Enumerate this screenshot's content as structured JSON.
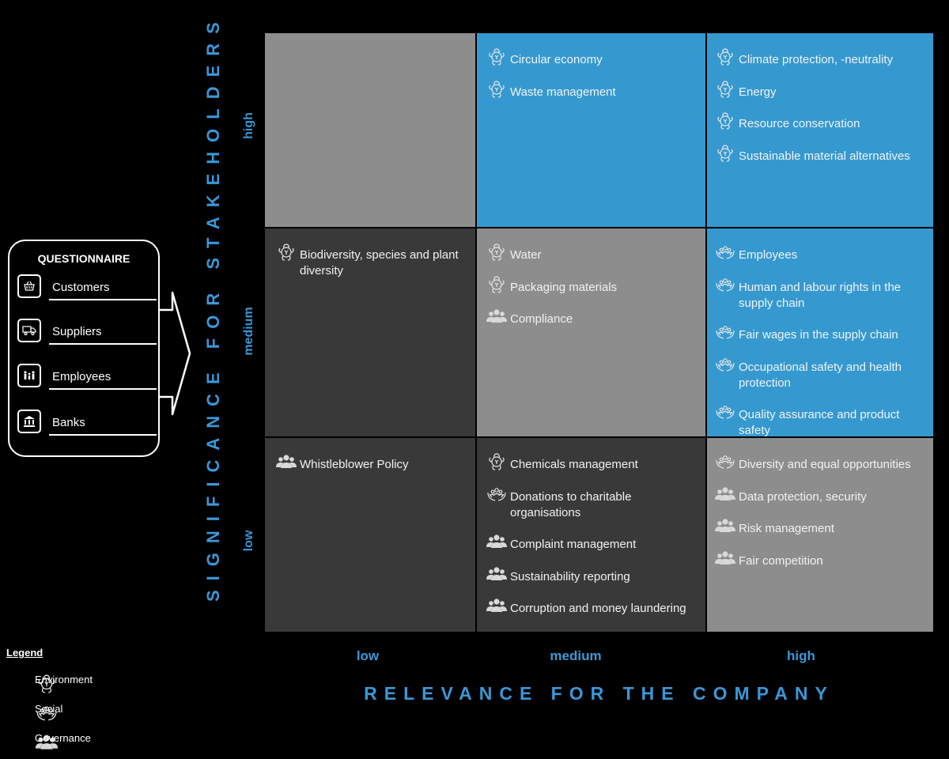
{
  "colors": {
    "blue": "#3599d0",
    "grey": "#8d8d8d",
    "dark": "#393939",
    "accent": "#3a98d8"
  },
  "y_axis": {
    "title": "SIGNIFICANCE FOR STAKEHOLDERS",
    "levels": [
      "high",
      "medium",
      "low"
    ]
  },
  "x_axis": {
    "title": "RELEVANCE FOR THE COMPANY",
    "levels": [
      "low",
      "medium",
      "high"
    ]
  },
  "matrix": [
    {
      "row": 0,
      "col": 0,
      "fill": "grey",
      "items": []
    },
    {
      "row": 0,
      "col": 1,
      "fill": "blue",
      "items": [
        {
          "icon": "environment-icon",
          "label": "Circular economy"
        },
        {
          "icon": "environment-icon",
          "label": "Waste management"
        }
      ]
    },
    {
      "row": 0,
      "col": 2,
      "fill": "blue",
      "items": [
        {
          "icon": "environment-icon",
          "label": "Climate protection, -neutrality"
        },
        {
          "icon": "environment-icon",
          "label": "Energy"
        },
        {
          "icon": "environment-icon",
          "label": "Resource conservation"
        },
        {
          "icon": "environment-icon",
          "label": "Sustainable material alternatives"
        }
      ]
    },
    {
      "row": 1,
      "col": 0,
      "fill": "dark",
      "items": [
        {
          "icon": "environment-icon",
          "label": "Biodiversity, species and plant\ndiversity"
        }
      ]
    },
    {
      "row": 1,
      "col": 1,
      "fill": "grey",
      "items": [
        {
          "icon": "environment-icon",
          "label": "Water"
        },
        {
          "icon": "environment-icon",
          "label": "Packaging materials"
        },
        {
          "icon": "governance-icon",
          "label": "Compliance"
        }
      ]
    },
    {
      "row": 1,
      "col": 2,
      "fill": "blue",
      "items": [
        {
          "icon": "social-icon",
          "label": "Employees"
        },
        {
          "icon": "social-icon",
          "label": "Human and labour rights in the\nsupply chain"
        },
        {
          "icon": "social-icon",
          "label": "Fair wages in the supply chain"
        },
        {
          "icon": "social-icon",
          "label": "Occupational safety and health\nprotection"
        },
        {
          "icon": "social-icon",
          "label": "Quality assurance and product\nsafety"
        }
      ]
    },
    {
      "row": 2,
      "col": 0,
      "fill": "dark",
      "items": [
        {
          "icon": "governance-icon",
          "label": "Whistleblower Policy"
        }
      ]
    },
    {
      "row": 2,
      "col": 1,
      "fill": "dark",
      "items": [
        {
          "icon": "environment-icon",
          "label": "Chemicals management"
        },
        {
          "icon": "social-icon",
          "label": "Donations to charitable\norganisations"
        },
        {
          "icon": "governance-icon",
          "label": "Complaint management"
        },
        {
          "icon": "governance-icon",
          "label": "Sustainability reporting"
        },
        {
          "icon": "governance-icon",
          "label": "Corruption and money laundering"
        }
      ]
    },
    {
      "row": 2,
      "col": 2,
      "fill": "grey",
      "items": [
        {
          "icon": "social-icon",
          "label": "Diversity and equal opportunities"
        },
        {
          "icon": "governance-icon",
          "label": "Data protection, security"
        },
        {
          "icon": "governance-icon",
          "label": "Risk management"
        },
        {
          "icon": "governance-icon",
          "label": "Fair competition"
        }
      ]
    }
  ],
  "questionnaire": {
    "title": "QUESTIONNAIRE",
    "items": [
      {
        "icon": "basket-icon",
        "label": "Customers"
      },
      {
        "icon": "truck-icon",
        "label": "Suppliers"
      },
      {
        "icon": "people-icon",
        "label": "Employees"
      },
      {
        "icon": "bank-icon",
        "label": "Banks"
      }
    ]
  },
  "legend": {
    "title": "Legend",
    "items": [
      {
        "icon": "environment-icon",
        "label": "Environment"
      },
      {
        "icon": "social-icon",
        "label": "Social"
      },
      {
        "icon": "governance-icon",
        "label": "Governance"
      }
    ]
  }
}
